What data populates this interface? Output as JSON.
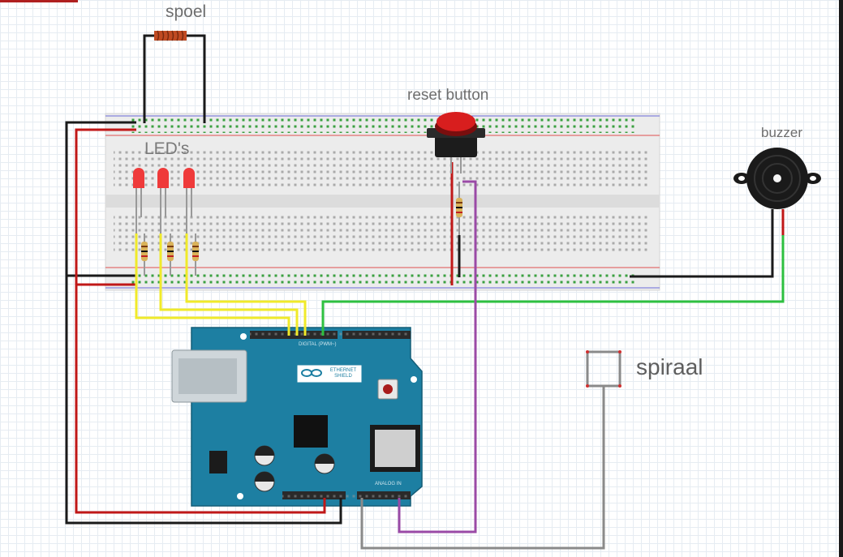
{
  "labels": {
    "spoel": "spoel",
    "reset_button": "reset button",
    "leds": "LED's",
    "buzzer": "buzzer",
    "spiraal": "spiraal"
  },
  "board": {
    "logo_text": "ETHERNET SHIELD",
    "header_text": "DIGITAL (PWM~)",
    "analog_text": "ANALOG IN"
  },
  "colors": {
    "wire_black": "#1a1a1a",
    "wire_red": "#c01818",
    "wire_yellow": "#f0ea2a",
    "wire_green": "#2ec040",
    "wire_purple": "#9a4aa6",
    "wire_gray": "#8a8a8a",
    "board_teal": "#1d7fa2",
    "led_red": "#ef3a3a",
    "button_red": "#d81e1e"
  }
}
